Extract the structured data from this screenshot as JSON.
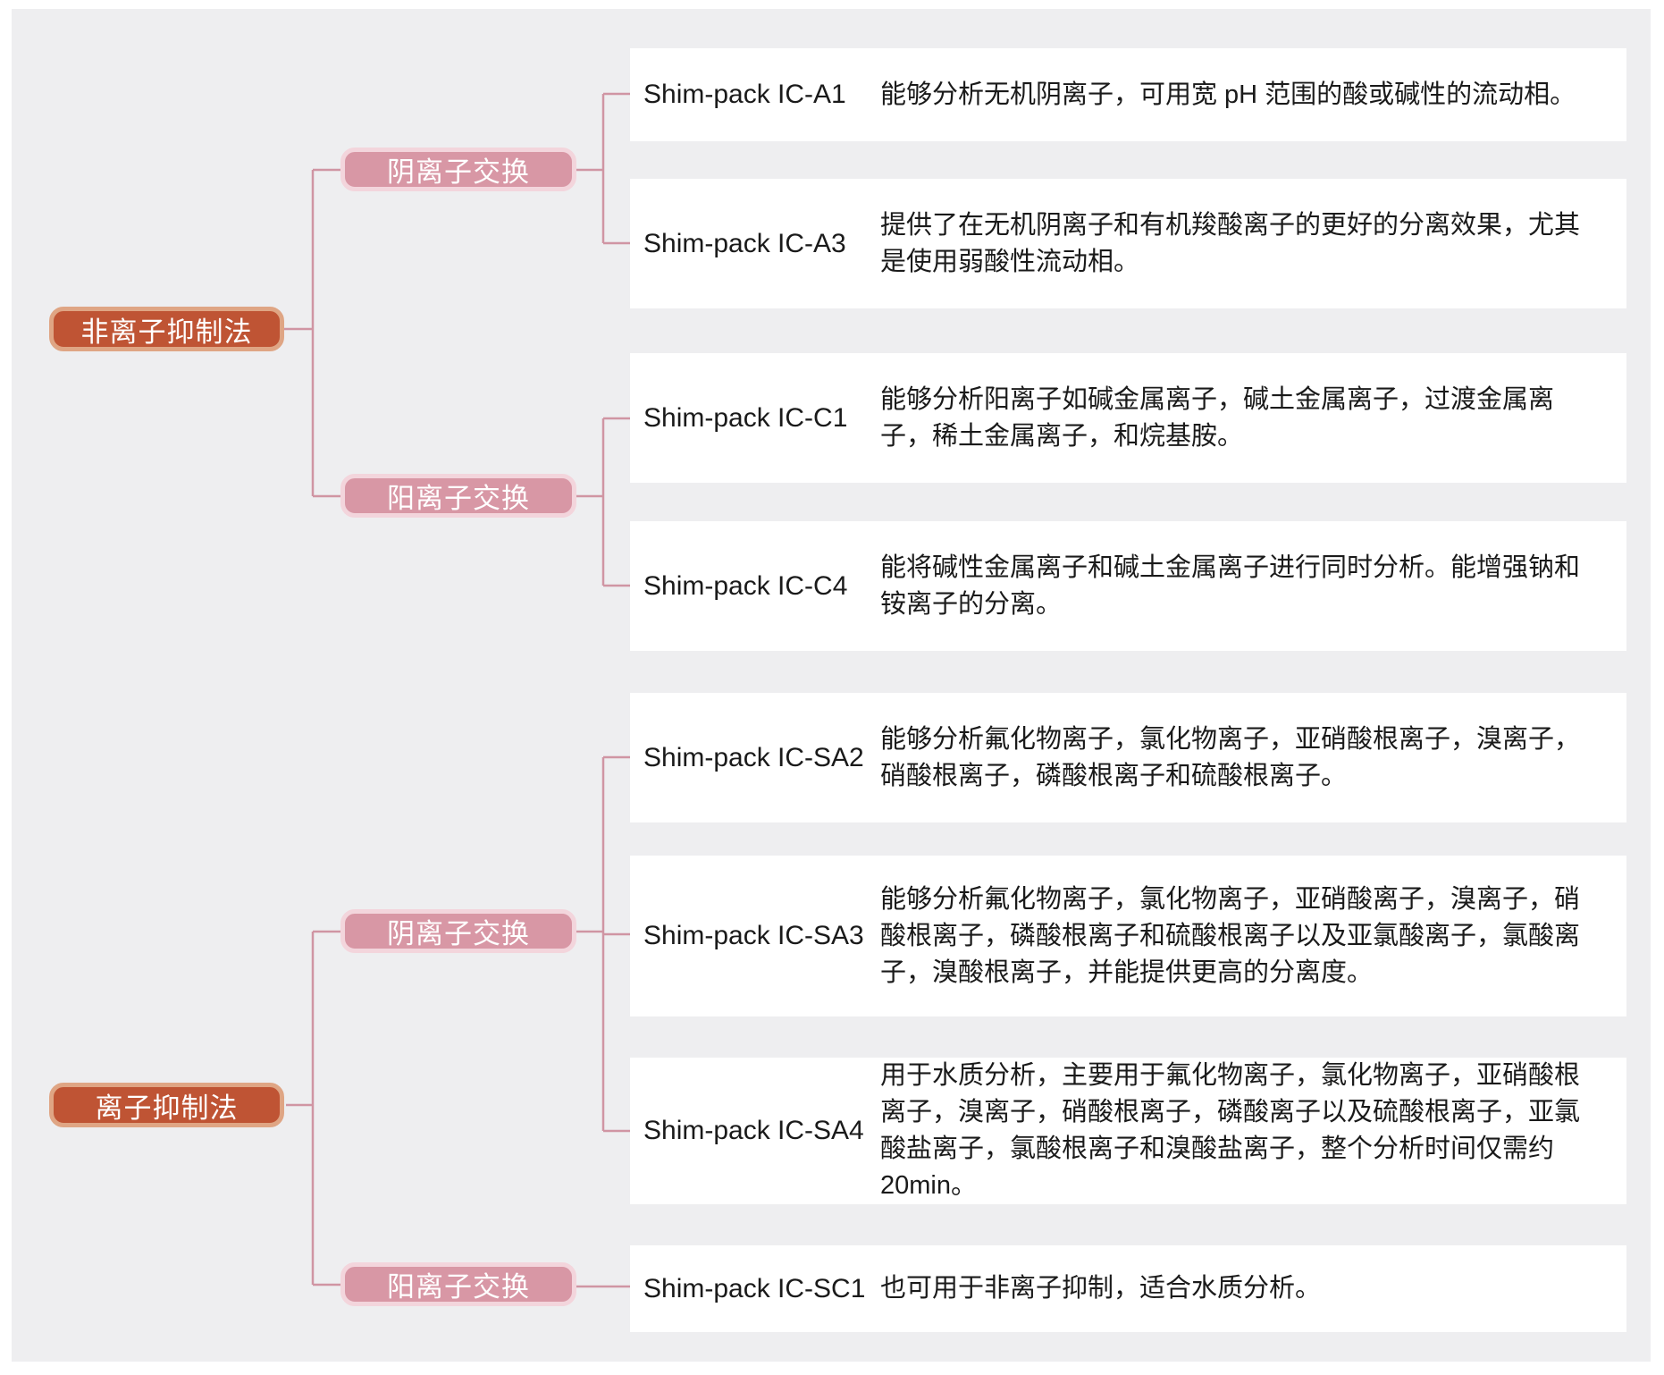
{
  "diagram": {
    "roots": [
      {
        "label": "非离子抑制法"
      },
      {
        "label": "离子抑制法"
      }
    ],
    "branches": [
      {
        "label": "阴离子交换"
      },
      {
        "label": "阳离子交换"
      },
      {
        "label": "阴离子交换"
      },
      {
        "label": "阳离子交换"
      }
    ],
    "cards": [
      {
        "name": "Shim-pack IC-A1",
        "desc": "能够分析无机阴离子，可用宽 pH 范围的酸或碱性的流动相。"
      },
      {
        "name": "Shim-pack IC-A3",
        "desc": "提供了在无机阴离子和有机羧酸离子的更好的分离效果，尤其是使用弱酸性流动相。"
      },
      {
        "name": "Shim-pack IC-C1",
        "desc": "能够分析阳离子如碱金属离子，碱土金属离子，过渡金属离子，稀土金属离子，和烷基胺。"
      },
      {
        "name": "Shim-pack IC-C4",
        "desc": "能将碱性金属离子和碱土金属离子进行同时分析。能增强钠和铵离子的分离。"
      },
      {
        "name": "Shim-pack IC-SA2",
        "desc": "能够分析氟化物离子，氯化物离子，亚硝酸根离子，溴离子，硝酸根离子，磷酸根离子和硫酸根离子。"
      },
      {
        "name": "Shim-pack IC-SA3",
        "desc": "能够分析氟化物离子，氯化物离子，亚硝酸离子，溴离子，硝酸根离子，磷酸根离子和硫酸根离子以及亚氯酸离子，氯酸离子，溴酸根离子，并能提供更高的分离度。"
      },
      {
        "name": "Shim-pack IC-SA4",
        "desc": "用于水质分析，主要用于氟化物离子，氯化物离子，亚硝酸根离子，溴离子，硝酸根离子，磷酸离子以及硫酸根离子，亚氯酸盐离子，氯酸根离子和溴酸盐离子，整个分析时间仅需约 20min。"
      },
      {
        "name": "Shim-pack IC-SC1",
        "desc": "也可用于非离子抑制，适合水质分析。"
      }
    ]
  },
  "colors": {
    "canvas": "#eeeef0",
    "card": "#ffffff",
    "root_fill": "#bf5434",
    "root_border": "#dfa584",
    "branch_fill": "#d897a5",
    "branch_border": "#f3d5dc",
    "connector": "#d095a3",
    "text": "#1a1a1a",
    "node_text": "#ffffff"
  }
}
